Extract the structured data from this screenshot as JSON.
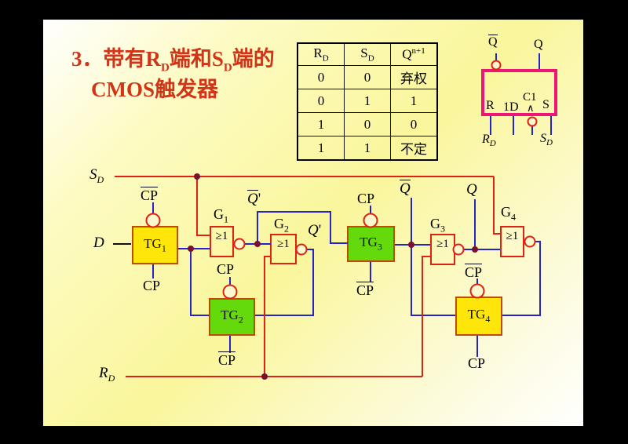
{
  "slide": {
    "title": {
      "color": "#d23418",
      "num": "3．",
      "part1": "带有",
      "r_base": "R",
      "r_sub": "D",
      "part2": "端和",
      "s_base": "S",
      "s_sub": "D",
      "part3": "端的",
      "line2": "CMOS触发器"
    },
    "truth_table": {
      "col1": {
        "base": "R",
        "sub": "D"
      },
      "col2": {
        "base": "S",
        "sub": "D"
      },
      "col3": {
        "base": "Q",
        "sup": "n+1"
      },
      "rows": [
        [
          "0",
          "0",
          "弃权"
        ],
        [
          "0",
          "1",
          "1"
        ],
        [
          "1",
          "0",
          "0"
        ],
        [
          "1",
          "1",
          "不定"
        ]
      ]
    },
    "ff_symbol": {
      "box_color": "#ee1478",
      "qbar": "Q",
      "q": "Q",
      "r": "R",
      "d": "1D",
      "c1": "C1",
      "s": "S",
      "caret": "∧",
      "rd": {
        "base": "R",
        "sub": "D"
      },
      "sd": {
        "base": "S",
        "sub": "D"
      }
    },
    "circuit": {
      "colors": {
        "wire_blue": "#2424c8",
        "wire_red": "#df2213",
        "junction_dot": "#7a1030",
        "tg_yellow": "#ffe60a",
        "tg_green": "#64da0c",
        "tg_border": "#bf4a00",
        "gate_border": "#df2213"
      },
      "labels": {
        "d": "D",
        "cp": "CP",
        "q": "Q",
        "qbar": "Q",
        "qprime": {
          "base": "Q",
          "prime": "'"
        },
        "sd": {
          "base": "S",
          "sub": "D"
        },
        "rd": {
          "base": "R",
          "sub": "D"
        }
      },
      "gates": {
        "symbol": "≥1",
        "g1": {
          "base": "G",
          "sub": "1"
        },
        "g2": {
          "base": "G",
          "sub": "2"
        },
        "g3": {
          "base": "G",
          "sub": "3"
        },
        "g4": {
          "base": "G",
          "sub": "4"
        }
      },
      "tg": {
        "tg1": {
          "base": "TG",
          "sub": "1"
        },
        "tg2": {
          "base": "TG",
          "sub": "2"
        },
        "tg3": {
          "base": "TG",
          "sub": "3"
        },
        "tg4": {
          "base": "TG",
          "sub": "4"
        }
      }
    }
  }
}
